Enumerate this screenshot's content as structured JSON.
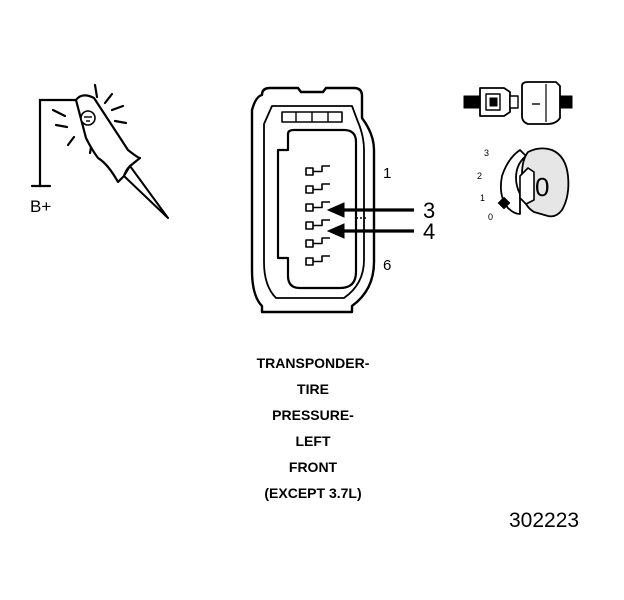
{
  "probe": {
    "supply_label": "B+"
  },
  "connector": {
    "pin_first": "1",
    "pin_last": "6",
    "callout_a": "3",
    "callout_b": "4"
  },
  "ignition": {
    "positions": [
      "3",
      "2",
      "1",
      "0"
    ],
    "key_position": "0"
  },
  "caption_lines": [
    "TRANSPONDER-",
    "TIRE",
    "PRESSURE-",
    "LEFT",
    "FRONT",
    "(EXCEPT 3.7L)"
  ],
  "figure_number": "302223"
}
